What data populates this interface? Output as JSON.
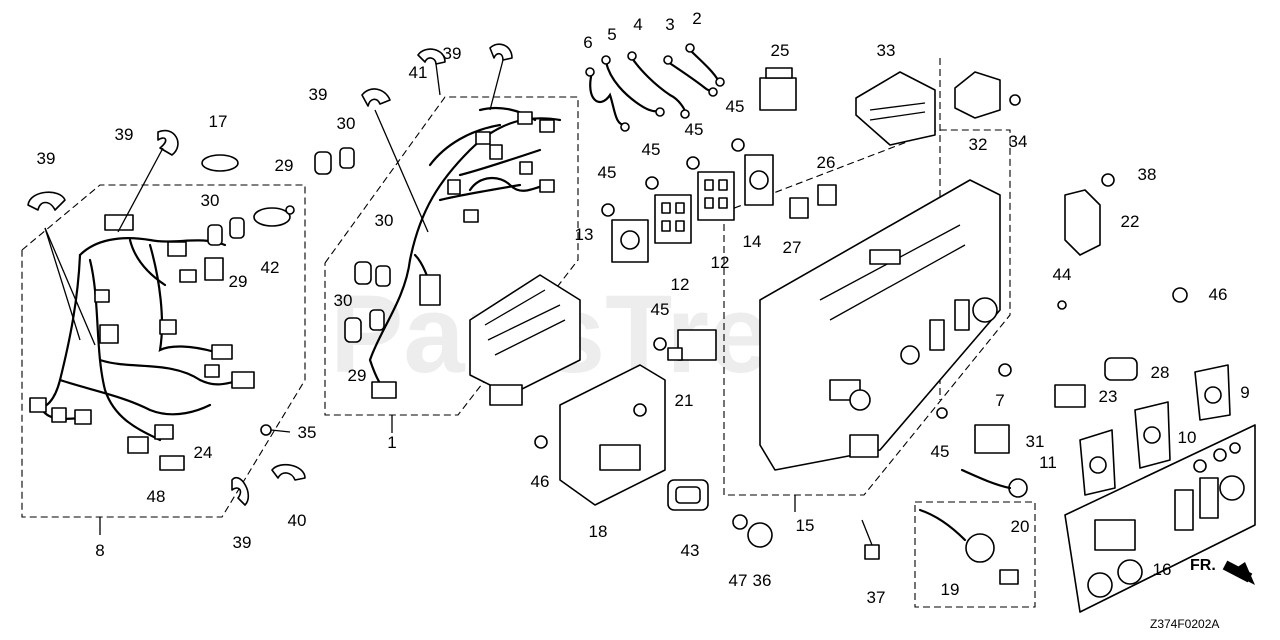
{
  "watermark": "PartsTree",
  "diagram_code": "Z374F0202A",
  "direction_label": "FR.",
  "callouts": [
    "1",
    "2",
    "3",
    "4",
    "5",
    "6",
    "7",
    "8",
    "9",
    "10",
    "11",
    "12",
    "12",
    "13",
    "14",
    "15",
    "16",
    "17",
    "18",
    "19",
    "20",
    "21",
    "22",
    "23",
    "24",
    "25",
    "26",
    "27",
    "28",
    "29",
    "29",
    "29",
    "30",
    "30",
    "30",
    "30",
    "31",
    "32",
    "33",
    "34",
    "35",
    "36",
    "37",
    "38",
    "39",
    "39",
    "39",
    "39",
    "39",
    "40",
    "41",
    "42",
    "43",
    "44",
    "45",
    "45",
    "45",
    "45",
    "45",
    "45",
    "46",
    "46",
    "47",
    "48"
  ]
}
